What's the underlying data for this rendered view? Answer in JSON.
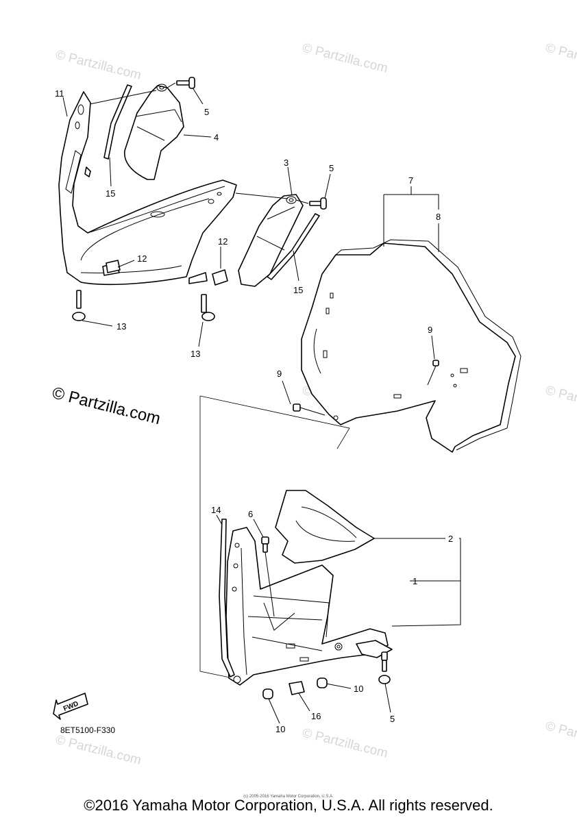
{
  "callouts": {
    "c1": "1",
    "c2": "2",
    "c3": "3",
    "c4": "4",
    "c5a": "5",
    "c5b": "5",
    "c5c": "5",
    "c6": "6",
    "c7": "7",
    "c8": "8",
    "c9a": "9",
    "c9b": "9",
    "c10a": "10",
    "c10b": "10",
    "c11": "11",
    "c12a": "12",
    "c12b": "12",
    "c13a": "13",
    "c13b": "13",
    "c14": "14",
    "c15a": "15",
    "c15b": "15",
    "c16": "16"
  },
  "watermark": {
    "small": "© Partzilla.com",
    "large": "© Partzilla.com"
  },
  "fwd_label": "FWD",
  "diagram_code": "8ET5100-F330",
  "tiny_notice": "(c) 2005-2016 Yamaha Motor Corporation, U.S.A.",
  "copyright": "©2016 Yamaha Motor Corporation, U.S.A. All rights reserved."
}
